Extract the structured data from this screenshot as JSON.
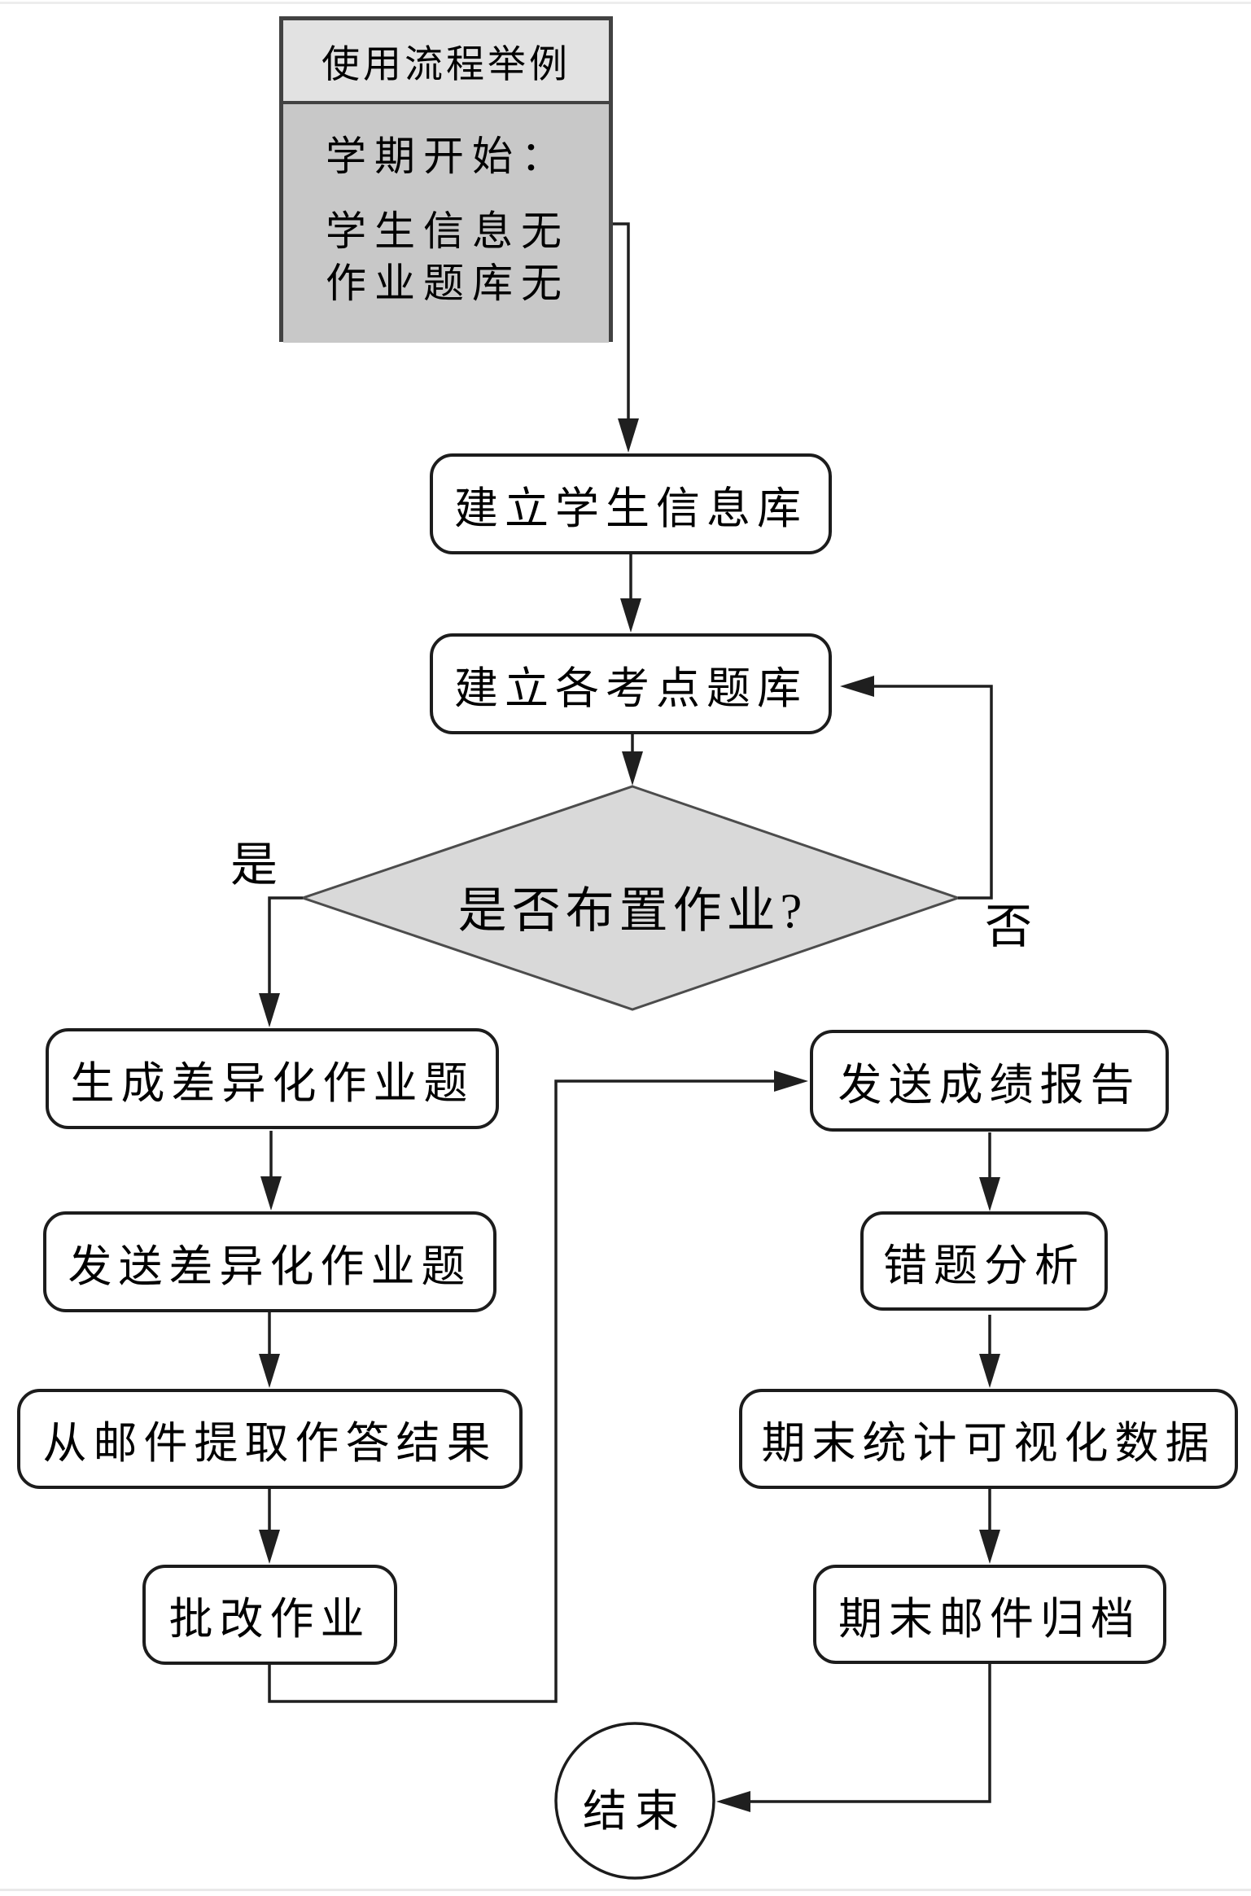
{
  "diagram": {
    "title_box": {
      "title": "使用流程举例",
      "line1": "学期开始：",
      "line2": "学生信息无",
      "line3": "作业题库无"
    },
    "nodes": {
      "build_student_db": "建立学生信息库",
      "build_topic_bank": "建立各考点题库",
      "decision_assign_homework": "是否布置作业?",
      "generate_diff_homework": "生成差异化作业题",
      "send_diff_homework": "发送差异化作业题",
      "extract_results_from_email": "从邮件提取作答结果",
      "grade_homework": "批改作业",
      "send_score_report": "发送成绩报告",
      "wrong_question_analysis": "错题分析",
      "term_end_visualization": "期末统计可视化数据",
      "term_end_email_archive": "期末邮件归档",
      "end": "结束"
    },
    "edge_labels": {
      "yes": "是",
      "no": "否"
    },
    "colors": {
      "background": "#ffffff",
      "line": "#1f1f1f",
      "node_border": "#1c1c1c",
      "node_fill": "#ffffff",
      "diamond_fill": "#d9d9d9",
      "diamond_stroke": "#4c4c4c",
      "title_header_fill": "#e2e2e2",
      "title_body_fill": "#c8c8c8",
      "title_border": "#424242"
    }
  }
}
